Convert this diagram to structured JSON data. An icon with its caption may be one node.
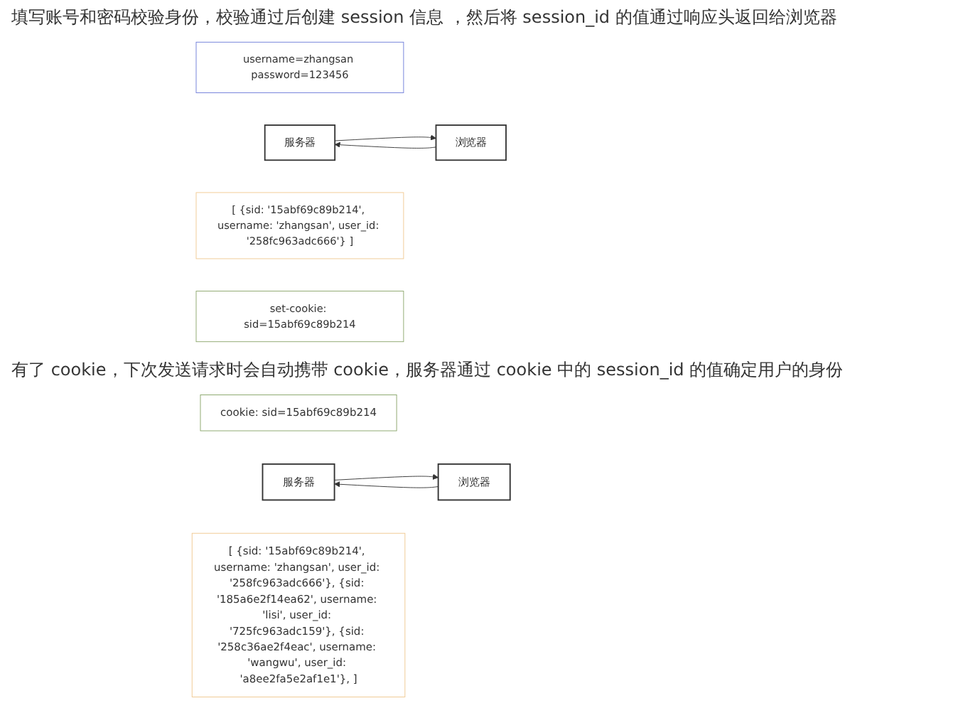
{
  "diagram": {
    "nodes": [
      {
        "text": [
          "username=zhangsan password=123456"
        ]
      },
      {
        "text": [
          "服务器"
        ]
      },
      {
        "text": [
          "[ {sid: '15abf69c89b214', username: 'zhangsan', user_id: '258fc963adc666'} ]"
        ]
      },
      {
        "text": [
          "浏览器"
        ]
      },
      {
        "text": [
          "set-cookie: sid=15abf69c89b214"
        ]
      },
      {
        "text": [
          "cookie: sid=15abf69c89b214"
        ]
      },
      {
        "text": [
          "服务器"
        ]
      },
      {
        "text": [
          "[ {sid: '15abf69c89b214', username: 'zhangsan', user_id: '258fc963adc666'}, {sid: '185a6e2f14ea62', username: 'lisi', user_id: '725fc963adc159'}, {sid: '258c36ae2f4eac', username: 'wangwu', user_id: 'a8ee2fa5e2af1e1'}, ]"
        ]
      },
      {
        "text": [
          "浏览器"
        ]
      }
    ],
    "edges": [
      {
        "from": 3,
        "to": 1,
        "arrow": "to"
      },
      {
        "from": 1,
        "to": 3,
        "arrow": "to"
      },
      {
        "from": 8,
        "to": 6,
        "arrow": "to"
      },
      {
        "from": 6,
        "to": 8,
        "arrow": "to"
      }
    ],
    "labels": [
      "填写账号和密码校验身份，校验通过后创建 session 信息 ，然后将 session_id 的值通过响应头返回给浏览器",
      "有了 cookie，下次发送请求时会自动携带 cookie，服务器通过 cookie 中的 session_id 的值确定用户的身份"
    ]
  }
}
